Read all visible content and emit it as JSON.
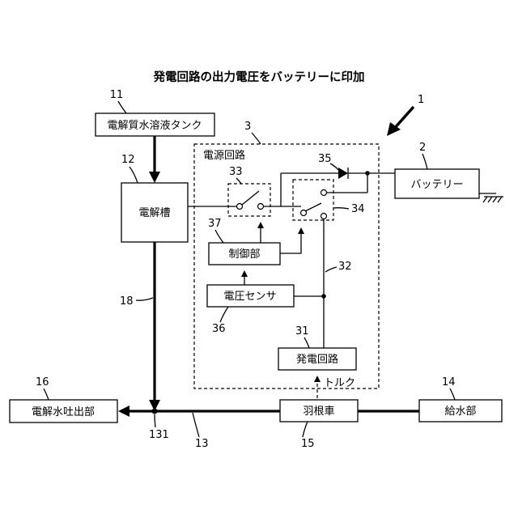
{
  "title": "発電回路の出力電圧をバッテリーに印加",
  "blocks": {
    "tank": "電解質水溶液タンク",
    "cell": "電解槽",
    "power_circuit": "電源回路",
    "battery": "バッテリー",
    "control": "制御部",
    "voltage_sensor": "電圧センサ",
    "generator": "発電回路",
    "outlet": "電解水吐出部",
    "impeller": "羽根車",
    "water_supply": "給水部"
  },
  "labels": {
    "torque": "トルク"
  },
  "ref_numbers": {
    "system": "1",
    "battery": "2",
    "power_circuit": "3",
    "tank": "11",
    "cell": "12",
    "water_pipe": "13",
    "water_supply": "14",
    "impeller": "15",
    "outlet": "16",
    "pipe_18": "18",
    "junction": "131",
    "generator": "31",
    "line_32": "32",
    "switch_33": "33",
    "switch_34": "34",
    "diode": "35",
    "voltage_sensor": "36",
    "control": "37"
  }
}
